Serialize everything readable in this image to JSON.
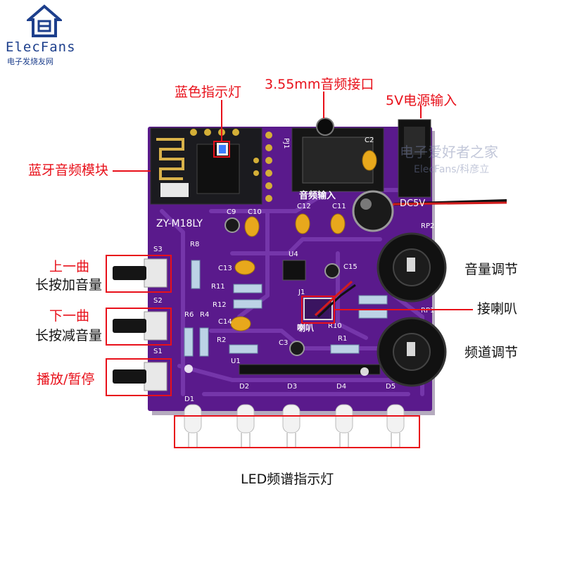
{
  "logo": {
    "brand": "ElecFans",
    "subtitle": "电子发烧友网"
  },
  "watermark": {
    "line1": "电子爱好者之家",
    "line2": "ElecFans/科彦立"
  },
  "board": {
    "model": "ZY-M18LY",
    "audio_input_silk": "音频输入",
    "dc_silk": "DC5V",
    "speaker_silk": "喇叭",
    "silk_labels": [
      "S3",
      "S2",
      "S1",
      "R8",
      "R11",
      "R12",
      "R6",
      "R4",
      "R2",
      "U1",
      "C9",
      "C10",
      "C12",
      "C11",
      "C13",
      "C14",
      "C15",
      "C3",
      "C2",
      "U4",
      "J1",
      "R10",
      "R1",
      "RP2",
      "RP1",
      "D1",
      "D2",
      "D3",
      "D4",
      "D5",
      "PJ1"
    ]
  },
  "annotations": {
    "bluetooth_led": "蓝色指示灯",
    "audio_jack": "3.55mm音频接口",
    "power_input": "5V电源输入",
    "bluetooth_module": "蓝牙音频模块",
    "prev_track": "上一曲",
    "prev_track_sub": "长按加音量",
    "next_track": "下一曲",
    "next_track_sub": "长按减音量",
    "play_pause": "播放/暂停",
    "volume_adjust": "音量调节",
    "speaker_connect": "接喇叭",
    "channel_adjust": "频道调节",
    "led_spectrum": "LED频谱指示灯"
  },
  "colors": {
    "annotation_red": "#e8101a",
    "pcb_purple": "#5a1a8c",
    "pcb_trace": "#7a3cb0",
    "logo_blue": "#1d3f8c"
  }
}
